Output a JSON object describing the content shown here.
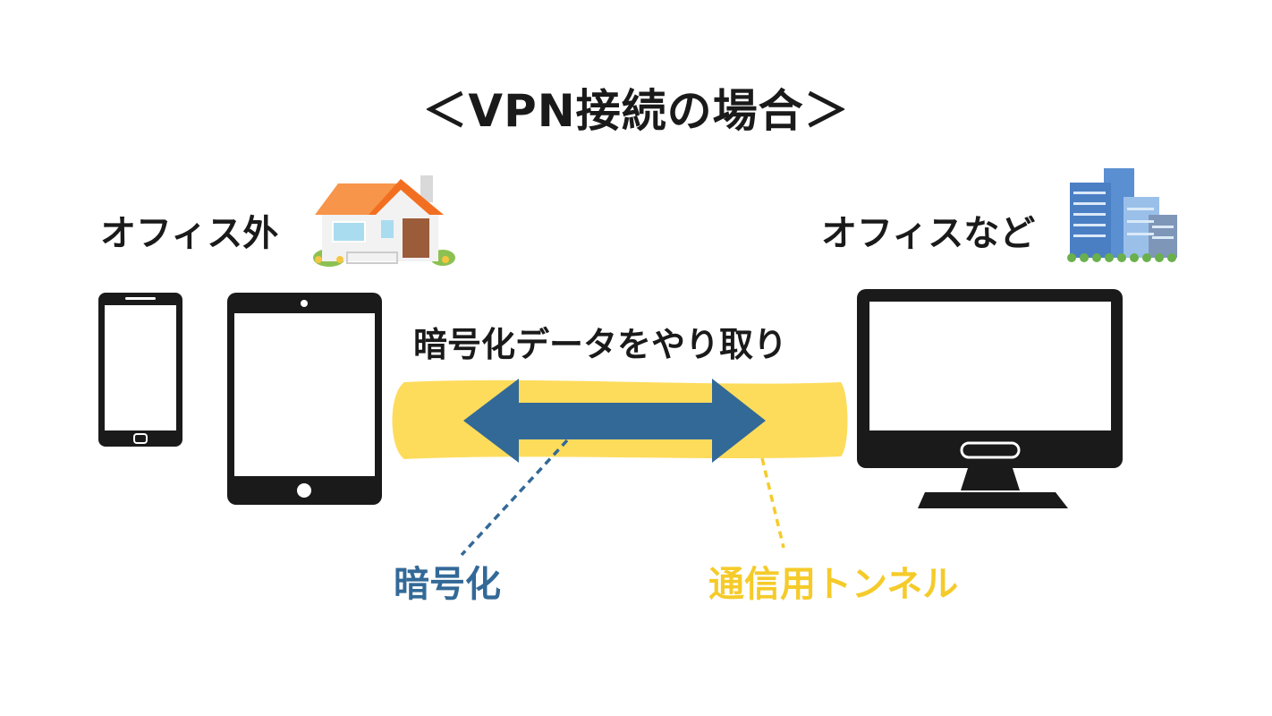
{
  "title": "＜VPN接続の場合＞",
  "left_label": "オフィス外",
  "right_label": "オフィスなど",
  "center_label": "暗号化データをやり取り",
  "annotation_encryption": "暗号化",
  "annotation_tunnel": "通信用トンネル",
  "colors": {
    "tunnel": "#FDDC5C",
    "arrow": "#336997",
    "device": "#1a1a1a",
    "encryption_text": "#336997",
    "tunnel_text": "#F5CB2A"
  },
  "icons": [
    "house-icon",
    "office-building-icon",
    "smartphone-icon",
    "tablet-icon",
    "monitor-icon",
    "double-arrow-icon"
  ]
}
